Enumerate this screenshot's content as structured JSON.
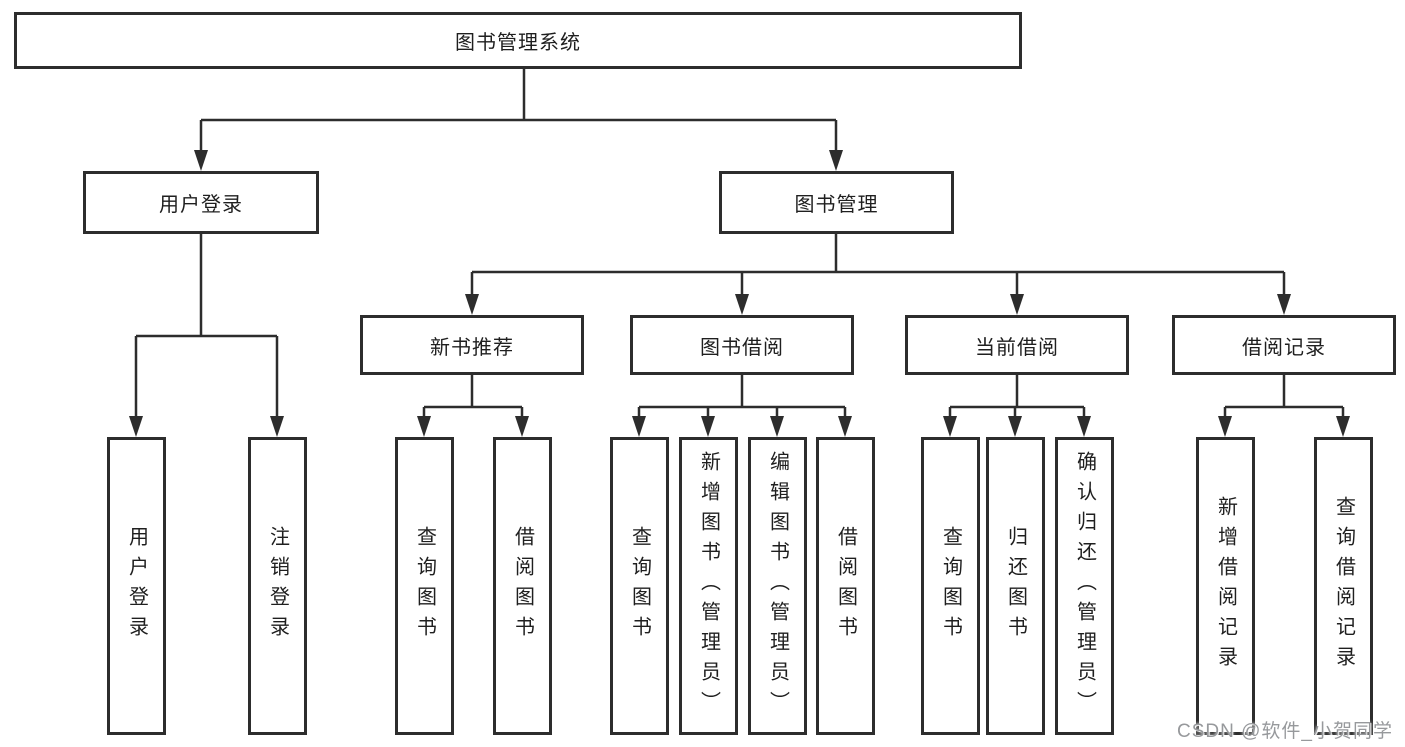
{
  "tree": {
    "label": "图书管理系统",
    "children": [
      {
        "label": "用户登录",
        "children": [
          {
            "label": "用户登录"
          },
          {
            "label": "注销登录"
          }
        ]
      },
      {
        "label": "图书管理",
        "children": [
          {
            "label": "新书推荐",
            "children": [
              {
                "label": "查询图书"
              },
              {
                "label": "借阅图书"
              }
            ]
          },
          {
            "label": "图书借阅",
            "children": [
              {
                "label": "查询图书"
              },
              {
                "label": "新增图书（管理员）"
              },
              {
                "label": "编辑图书（管理员）"
              },
              {
                "label": "借阅图书"
              }
            ]
          },
          {
            "label": "当前借阅",
            "children": [
              {
                "label": "查询图书"
              },
              {
                "label": "归还图书"
              },
              {
                "label": "确认归还（管理员）"
              }
            ]
          },
          {
            "label": "借阅记录",
            "children": [
              {
                "label": "新增借阅记录"
              },
              {
                "label": "查询借阅记录"
              }
            ]
          }
        ]
      }
    ]
  },
  "line_color": "#2d2d2d",
  "watermark": "CSDN @软件_小贺同学"
}
